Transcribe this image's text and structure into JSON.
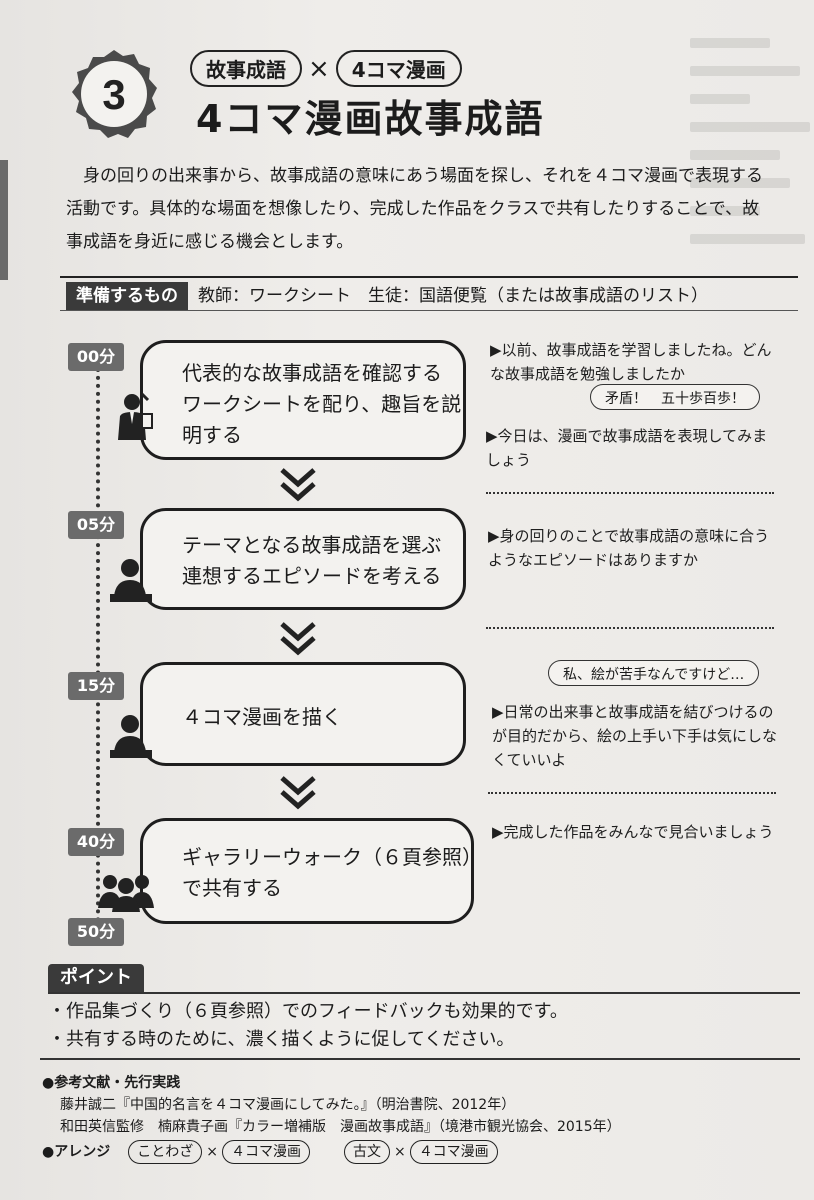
{
  "header": {
    "number": "3",
    "tag1": "故事成語",
    "cross": "×",
    "tag2": "4コマ漫画",
    "title": "4コマ漫画故事成語"
  },
  "intro": "身の回りの出来事から、故事成語の意味にあう場面を探し、それを４コマ漫画で表現する活動です。具体的な場面を想像したり、完成した作品をクラスで共有したりすることで、故事成語を身近に感じる機会とします。",
  "prep": {
    "label": "準備するもの",
    "text": "教師：ワークシート　生徒：国語便覧（または故事成語のリスト）"
  },
  "timeline": [
    {
      "time": "00分",
      "text": "代表的な故事成語を確認する\nワークシートを配り、趣旨を説\n明する",
      "icon": "teacher-icon"
    },
    {
      "time": "05分",
      "text": "テーマとなる故事成語を選ぶ\n連想するエピソードを考える",
      "icon": "student-icon"
    },
    {
      "time": "15分",
      "text": "４コマ漫画を描く",
      "icon": "student-icon"
    },
    {
      "time": "40分",
      "text": "ギャラリーウォーク（６頁参照）\nで共有する",
      "icon": "group-icon"
    }
  ],
  "end_time": "50分",
  "notes": {
    "n1": "▶以前、故事成語を学習しましたね。どんな故事成語を勉強しましたか",
    "bubble1": "矛盾！　五十歩百歩！",
    "n2": "▶今日は、漫画で故事成語を表現してみましょう",
    "n3": "▶身の回りのことで故事成語の意味に合うようなエピソードはありますか",
    "bubble2": "私、絵が苦手なんですけど…",
    "n4": "▶日常の出来事と故事成語を結びつけるのが目的だから、絵の上手い下手は気にしなくていいよ",
    "n5": "▶完成した作品をみんなで見合いましょう"
  },
  "point": {
    "label": "ポイント",
    "items": [
      "・作品集づくり（６頁参照）でのフィードバックも効果的です。",
      "・共有する時のために、濃く描くように促してください。"
    ]
  },
  "refs": {
    "heading": "●参考文献・先行実践",
    "ref1": "藤井誠二『中国的名言を４コマ漫画にしてみた。』（明治書院、2012年）",
    "ref2": "和田英信監修　楠麻貴子画『カラー増補版　漫画故事成語』（境港市観光協会、2015年）",
    "arrange": "●アレンジ",
    "a1": "ことわざ",
    "x": "×",
    "a2": "４コマ漫画",
    "a3": "古文",
    "a4": "４コマ漫画"
  }
}
